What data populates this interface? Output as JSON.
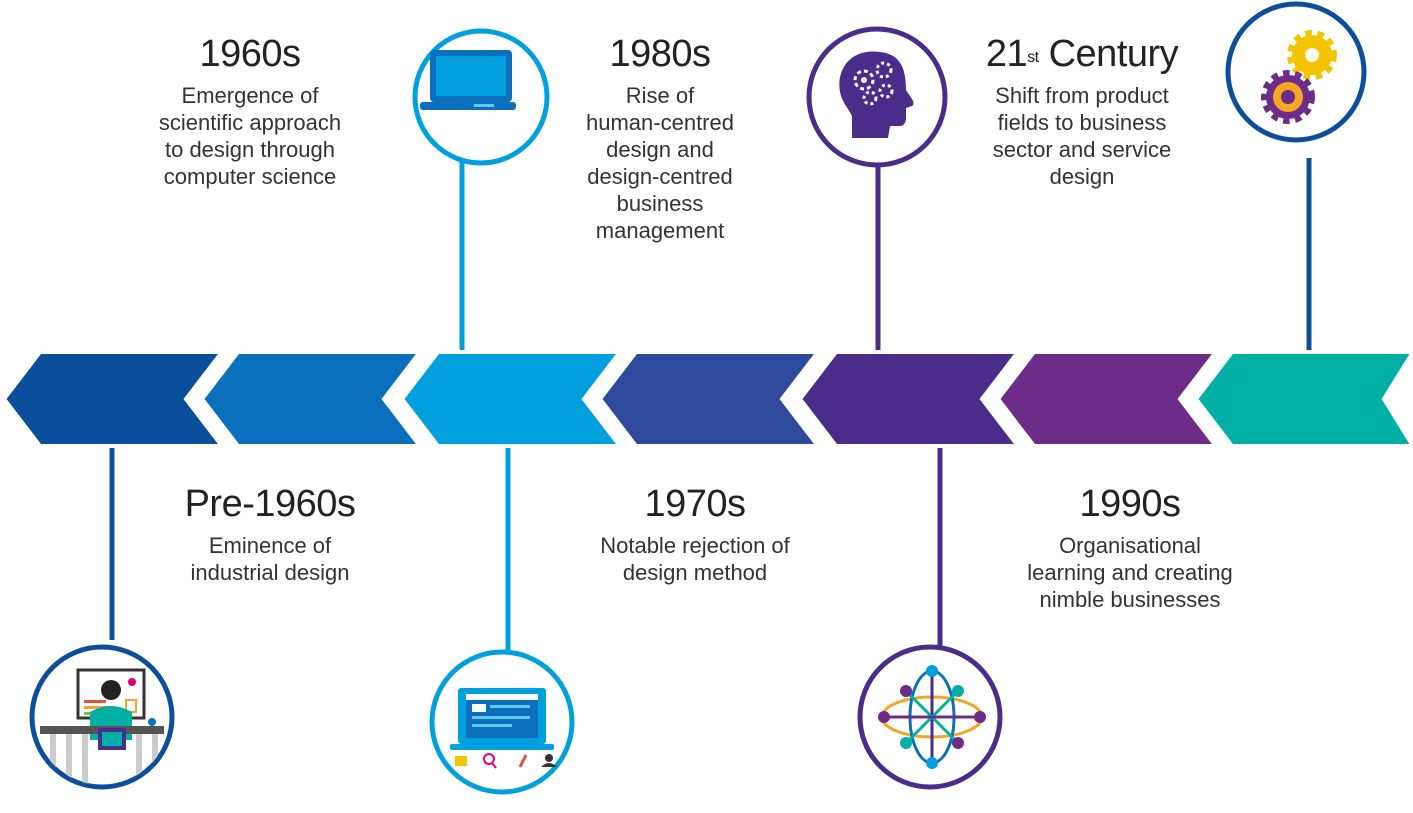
{
  "timeline": {
    "arrow_colors": [
      "#0b4f9c",
      "#0a6fbd",
      "#00a0de",
      "#2f4a9c",
      "#4a2c8a",
      "#6c2c88",
      "#00b0a5"
    ],
    "stem_colors": {
      "laptop": "#00a0de",
      "head": "#4a2c8a",
      "gears": "#0b4f9c",
      "desk": "#0b4f9c",
      "screen": "#00a0de",
      "network": "#4a2c8a"
    },
    "eras": [
      {
        "id": "1960",
        "year": "1960s",
        "desc": [
          "Emergence of",
          "scientific approach",
          "to design through",
          "computer science"
        ]
      },
      {
        "id": "1980",
        "year": "1980s",
        "desc": [
          "Rise of",
          "human-centred",
          "design and",
          "design-centred",
          "business",
          "management"
        ]
      },
      {
        "id": "21c",
        "year_base": "21",
        "year_sup": "st",
        "year_rest": " Century",
        "desc": [
          "Shift from product",
          "fields to business",
          "sector and service",
          "design"
        ]
      },
      {
        "id": "pre",
        "year": "Pre-1960s",
        "desc": [
          "Eminence of",
          "industrial design"
        ]
      },
      {
        "id": "1970",
        "year": "1970s",
        "desc": [
          "Notable rejection of",
          "design method"
        ]
      },
      {
        "id": "1990",
        "year": "1990s",
        "desc": [
          "Organisational",
          "learning and creating",
          "nimble businesses"
        ]
      }
    ],
    "icons": [
      "laptop-icon",
      "head-gears-icon",
      "gears-icon",
      "designer-at-desk-icon",
      "monitor-tools-icon",
      "network-globe-icon"
    ]
  }
}
